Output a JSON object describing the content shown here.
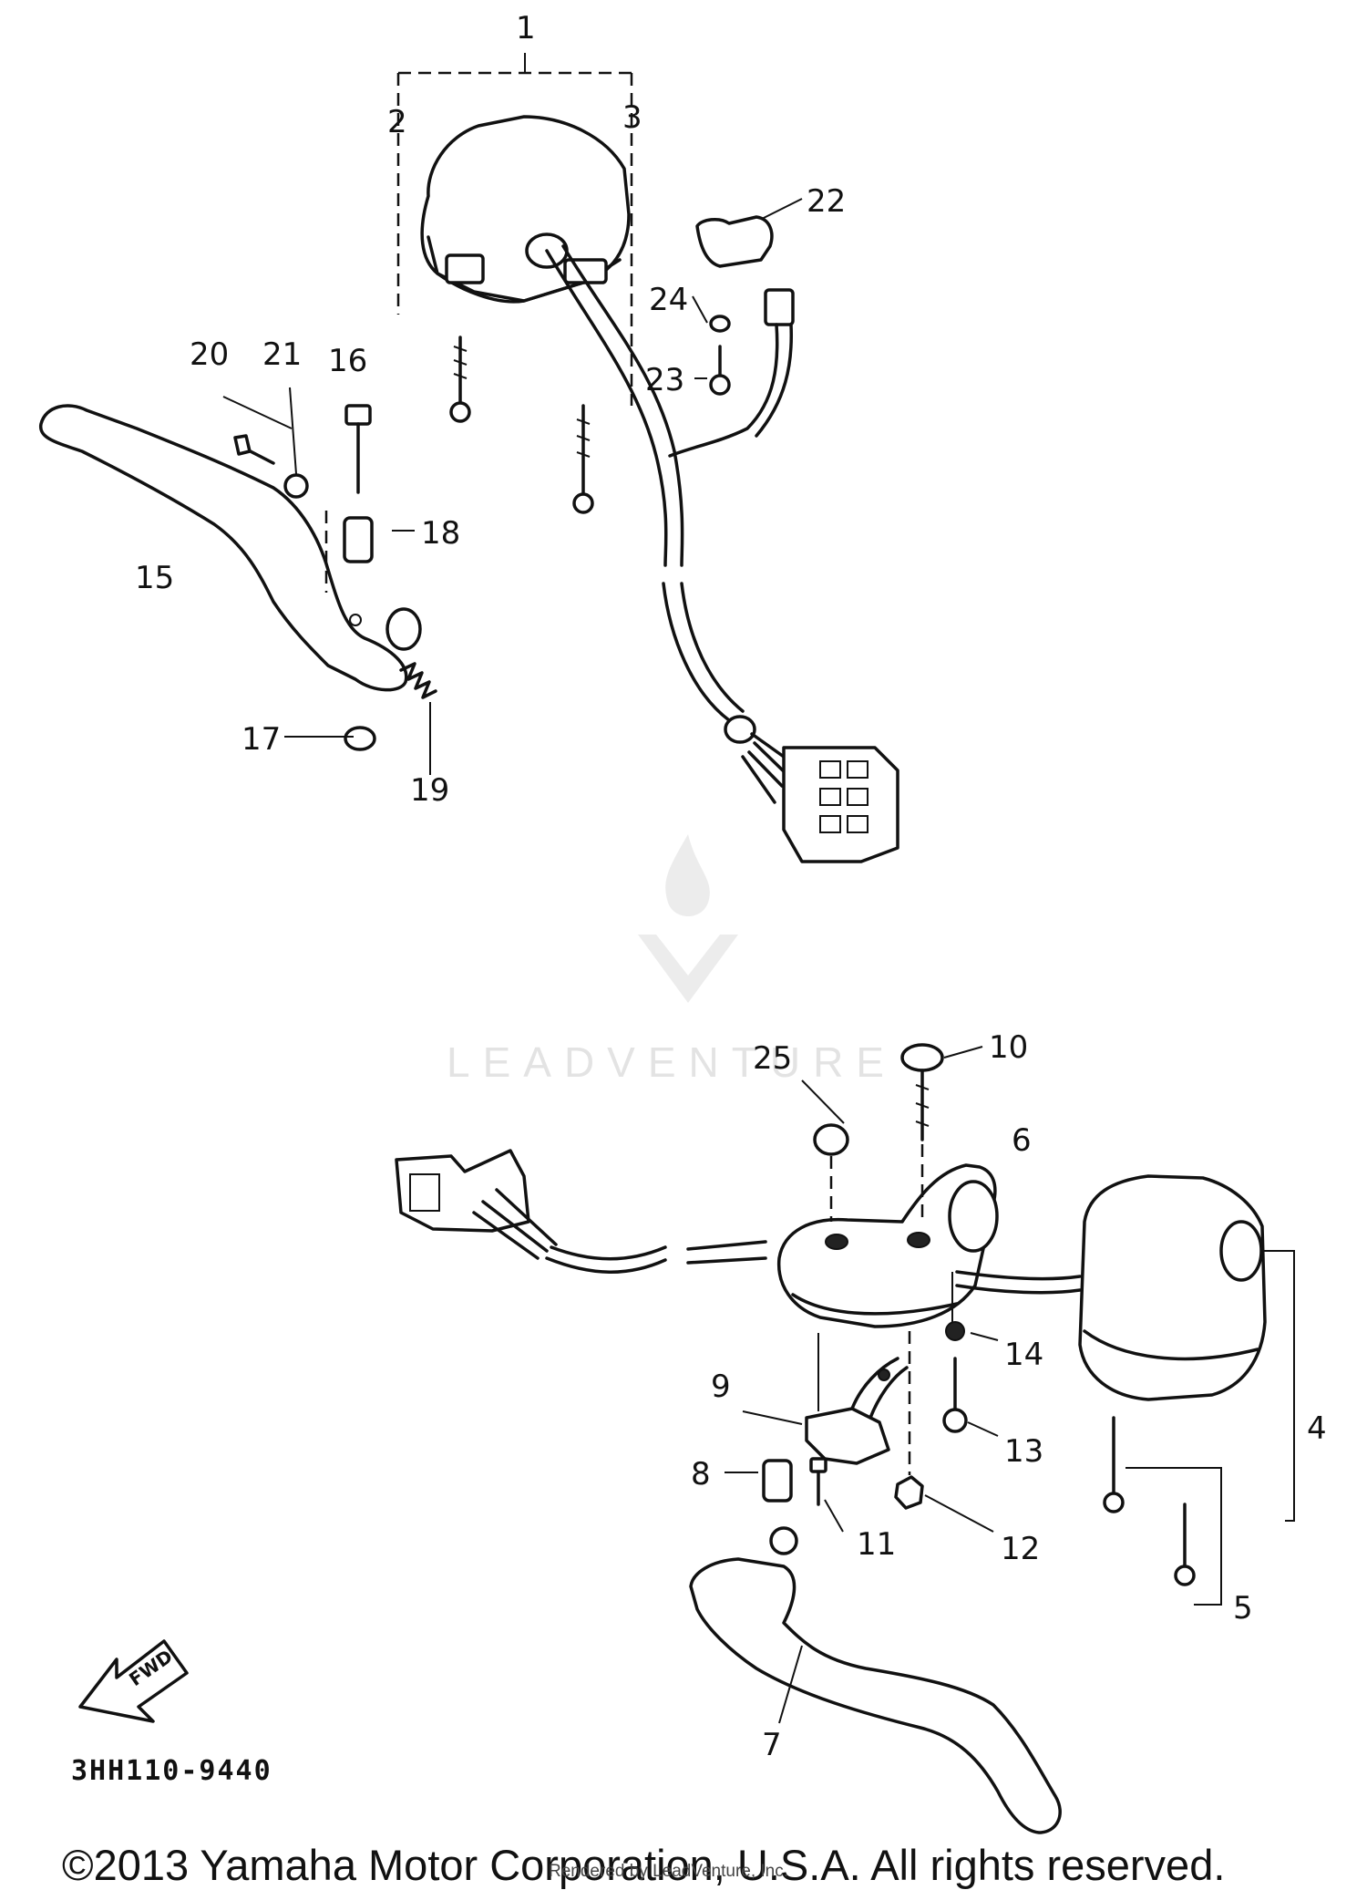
{
  "diagram": {
    "callouts": {
      "c1": "1",
      "c2": "2",
      "c3": "3",
      "c4": "4",
      "c5": "5",
      "c6": "6",
      "c7": "7",
      "c8": "8",
      "c9": "9",
      "c10": "10",
      "c11": "11",
      "c12": "12",
      "c13": "13",
      "c14": "14",
      "c15": "15",
      "c16": "16",
      "c17": "17",
      "c18": "18",
      "c19": "19",
      "c20": "20",
      "c21": "21",
      "c22": "22",
      "c23": "23",
      "c24": "24",
      "c25": "25"
    },
    "fwd_arrow_label": "FWD",
    "diagram_code": "3HH110-9440"
  },
  "watermark": {
    "text": "LEADVENTURE"
  },
  "footer": {
    "copyright": "©2013 Yamaha Motor Corporation, U.S.A. All rights reserved.",
    "rendered_by": "Rendered by LeadVenture, Inc."
  }
}
